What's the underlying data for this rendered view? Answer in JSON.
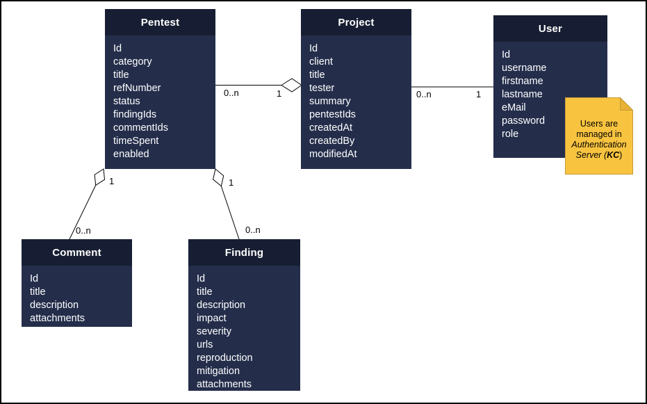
{
  "colors": {
    "entity_header": "#171e33",
    "entity_body": "#242e4b",
    "entity_text": "#ffffff",
    "connector": "#000000",
    "note_fill": "#f8c440",
    "note_fold": "#e8b236",
    "note_stroke": "#c49a38"
  },
  "entities": {
    "pentest": {
      "title": "Pentest",
      "fields": [
        "Id",
        "category",
        "title",
        "refNumber",
        "status",
        "findingIds",
        "commentIds",
        "timeSpent",
        "enabled"
      ]
    },
    "project": {
      "title": "Project",
      "fields": [
        "Id",
        "client",
        "title",
        "tester",
        "summary",
        "pentestIds",
        "createdAt",
        "createdBy",
        "modifiedAt"
      ]
    },
    "user": {
      "title": "User",
      "fields": [
        "Id",
        "username",
        "firstname",
        "lastname",
        "eMail",
        "password",
        "role"
      ]
    },
    "comment": {
      "title": "Comment",
      "fields": [
        "Id",
        "title",
        "description",
        "attachments"
      ]
    },
    "finding": {
      "title": "Finding",
      "fields": [
        "Id",
        "title",
        "description",
        "impact",
        "severity",
        "urls",
        "reproduction",
        "mitigation",
        "attachments"
      ]
    }
  },
  "relations": {
    "pentest_project": {
      "source_label": "0..n",
      "target_label": "1"
    },
    "project_user": {
      "source_label": "0..n",
      "target_label": "1"
    },
    "pentest_comment": {
      "source_label": "1",
      "target_label": "0..n"
    },
    "pentest_finding": {
      "source_label": "1",
      "target_label": "0..n"
    }
  },
  "note": {
    "line1": "Users are",
    "line2": "managed in",
    "line3": "Authentication",
    "line4_prefix": "Server (",
    "line4_emph": "KC",
    "line4_suffix": ")"
  }
}
